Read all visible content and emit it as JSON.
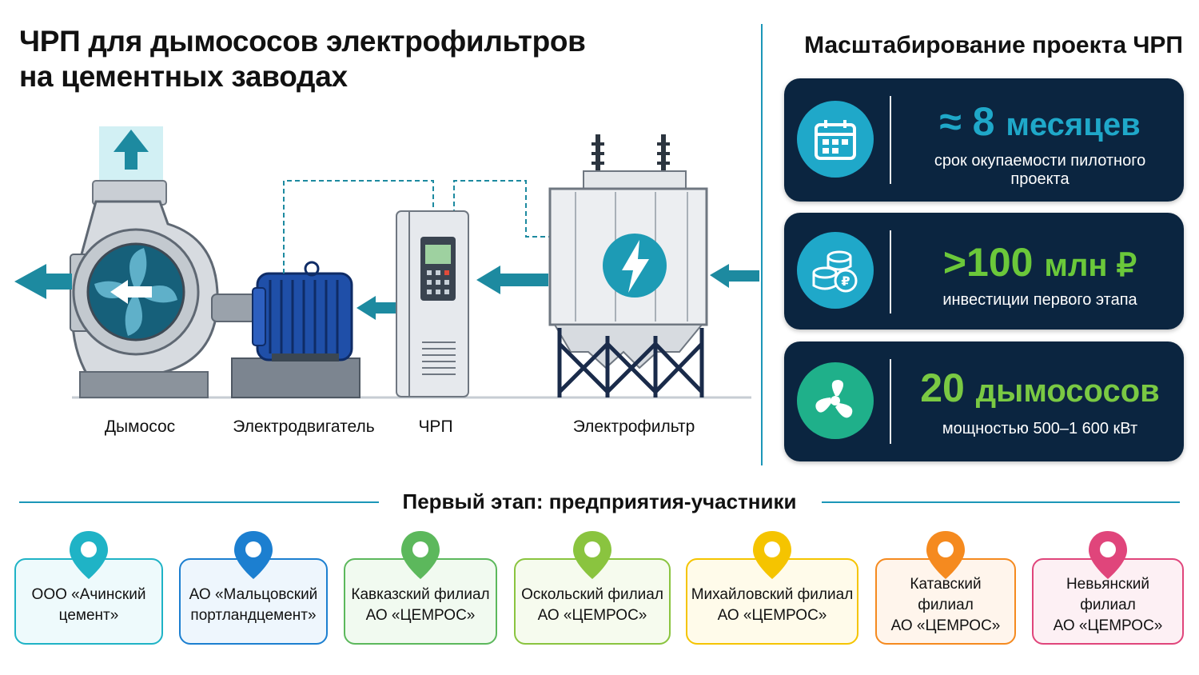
{
  "title": {
    "line1": "ЧРП для дымососов электрофильтров",
    "line2": "на цементных заводах"
  },
  "diagram": {
    "labels": {
      "fan": "Дымосос",
      "motor": "Электродвигатель",
      "vfd": "ЧРП",
      "filter": "Электрофильтр"
    }
  },
  "scaling": {
    "title": "Масштабирование проекта ЧРП",
    "cards": [
      {
        "icon": "calendar-icon",
        "value": "≈ 8",
        "unit": "месяцев",
        "caption": "срок окупаемости пилотного проекта",
        "color": "#1fa8c9"
      },
      {
        "icon": "coins-ruble-icon",
        "value": ">100",
        "unit": "млн ₽",
        "caption": "инвестиции первого этапа",
        "color": "#6bc83a"
      },
      {
        "icon": "fan-icon",
        "value": "20",
        "unit": "дымососов",
        "caption": "мощностью 500–1 600 кВт",
        "color": "#7ac943"
      }
    ]
  },
  "participants": {
    "title": "Первый этап: предприятия-участники",
    "items": [
      {
        "name": "ООО «Ачинский\nцемент»",
        "color": "#1fb3c6",
        "bg": "#eefafc"
      },
      {
        "name": "АО «Мальцовский\nпортландцемент»",
        "color": "#1c7fd0",
        "bg": "#eef6fd"
      },
      {
        "name": "Кавказский филиал\nАО «ЦЕМРОС»",
        "color": "#5cb85c",
        "bg": "#f1faf0"
      },
      {
        "name": "Оскольский филиал\nАО «ЦЕМРОС»",
        "color": "#8ac43f",
        "bg": "#f6fbee"
      },
      {
        "name": "Михайловский филиал\nАО «ЦЕМРОС»",
        "color": "#f5c400",
        "bg": "#fffbea"
      },
      {
        "name": "Катавский филиал\nАО «ЦЕМРОС»",
        "color": "#f58a1f",
        "bg": "#fff5ec"
      },
      {
        "name": "Невьянский филиал\nАО «ЦЕМРОС»",
        "color": "#e0457b",
        "bg": "#fdf0f4"
      }
    ]
  }
}
